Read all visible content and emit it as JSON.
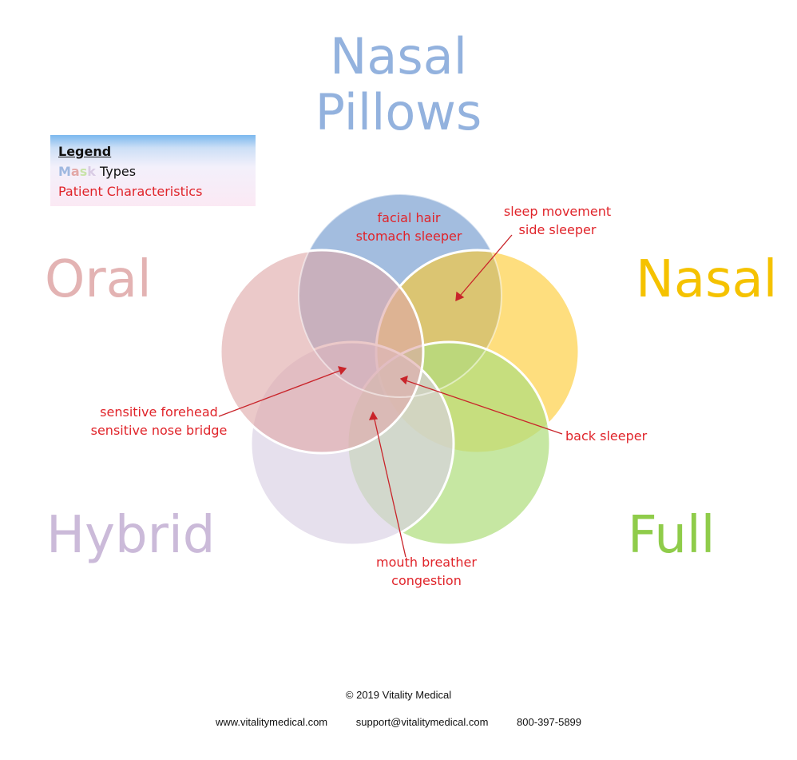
{
  "mask_types": [
    {
      "id": "nasal-pillows",
      "lines": [
        "Nasal",
        "Pillows"
      ],
      "color": "#93b2de"
    },
    {
      "id": "oral",
      "lines": [
        "Oral"
      ],
      "color": "#e3b3b3"
    },
    {
      "id": "nasal",
      "lines": [
        "Nasal"
      ],
      "color": "#f5c200"
    },
    {
      "id": "hybrid",
      "lines": [
        "Hybrid"
      ],
      "color": "#cbbad9"
    },
    {
      "id": "full",
      "lines": [
        "Full"
      ],
      "color": "#8fcc4a"
    }
  ],
  "circle_colors": {
    "nasal-pillows": "#7fa3d2",
    "nasal": "#fec92f",
    "full": "#b0de7e",
    "hybrid": "#d9cfe3",
    "oral": "#dfa8a8"
  },
  "annotations": {
    "pillows": [
      "facial hair",
      "stomach sleeper"
    ],
    "nasal": [
      "sleep movement",
      "side sleeper"
    ],
    "oral": [
      "sensitive forehead",
      "sensitive nose bridge"
    ],
    "full": [
      "back sleeper"
    ],
    "hybrid": [
      "mouth breather",
      "congestion"
    ]
  },
  "annotation_color": "#e0242a",
  "legend": {
    "title": "Legend",
    "mask_types_word1_letters": [
      "M",
      "a",
      "s",
      "k"
    ],
    "mask_types_word2": "Types",
    "patient_characteristics": "Patient Characteristics"
  },
  "footer": {
    "copyright": "© 2019   Vitality Medical",
    "website": "www.vitalitymedical.com",
    "email": "support@vitalitymedical.com",
    "phone": "800-397-5899"
  }
}
